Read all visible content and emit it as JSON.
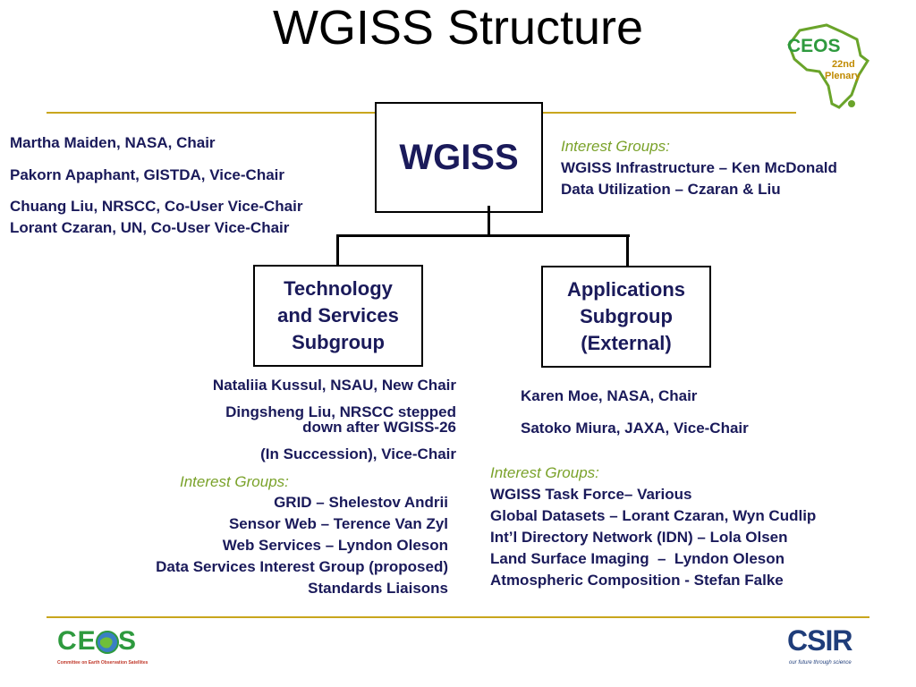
{
  "title": "WGISS Structure",
  "root": {
    "label": "WGISS"
  },
  "leadership": [
    "Martha Maiden, NASA, Chair",
    "Pakorn Apaphant, GISTDA, Vice-Chair",
    "Chuang Liu, NRSCC, Co-User Vice-Chair",
    "Lorant Czaran, UN, Co-User Vice-Chair"
  ],
  "root_interest_groups": {
    "heading": "Interest Groups:",
    "items": [
      "WGISS Infrastructure – Ken McDonald",
      "Data Utilization – Czaran & Liu"
    ]
  },
  "tech_subgroup": {
    "label_lines": [
      "Technology",
      "and Services",
      "Subgroup"
    ],
    "people": [
      "Nataliia Kussul, NSAU, New Chair",
      "Dingsheng Liu, NRSCC stepped",
      "down after WGISS-26",
      "(In Succession), Vice-Chair"
    ],
    "interest_heading": "Interest Groups:",
    "interest_items": [
      "GRID – Shelestov Andrii",
      "Sensor Web – Terence Van Zyl",
      "Web Services – Lyndon Oleson",
      "Data Services Interest Group (proposed)",
      "Standards Liaisons"
    ]
  },
  "apps_subgroup": {
    "label_lines": [
      "Applications",
      "Subgroup",
      "(External)"
    ],
    "people": [
      "Karen Moe, NASA, Chair",
      "Satoko Miura, JAXA, Vice-Chair"
    ],
    "interest_heading": "Interest Groups:",
    "interest_items": [
      "WGISS Task Force– Various",
      "Global Datasets – Lorant Czaran, Wyn Cudlip",
      "Int’l Directory Network (IDN) – Lola Olsen",
      "Land Surface Imaging  –  Lyndon Oleson",
      "Atmospheric Composition - Stefan Falke"
    ]
  },
  "logos": {
    "plenary_top": "CEOS",
    "plenary_sup": "22nd",
    "plenary_label": "Plenary",
    "ceos_bottom": "CEOS",
    "ceos_caption": "Committee on Earth Observation Satellites",
    "csir": "CSIR",
    "csir_tagline": "our future through science"
  },
  "colors": {
    "accent_line": "#c9a61d",
    "text": "#1a1a5a",
    "interest": "#7aa22a",
    "logo_green": "#2e9a3e",
    "csir_blue": "#1f3d7a"
  }
}
